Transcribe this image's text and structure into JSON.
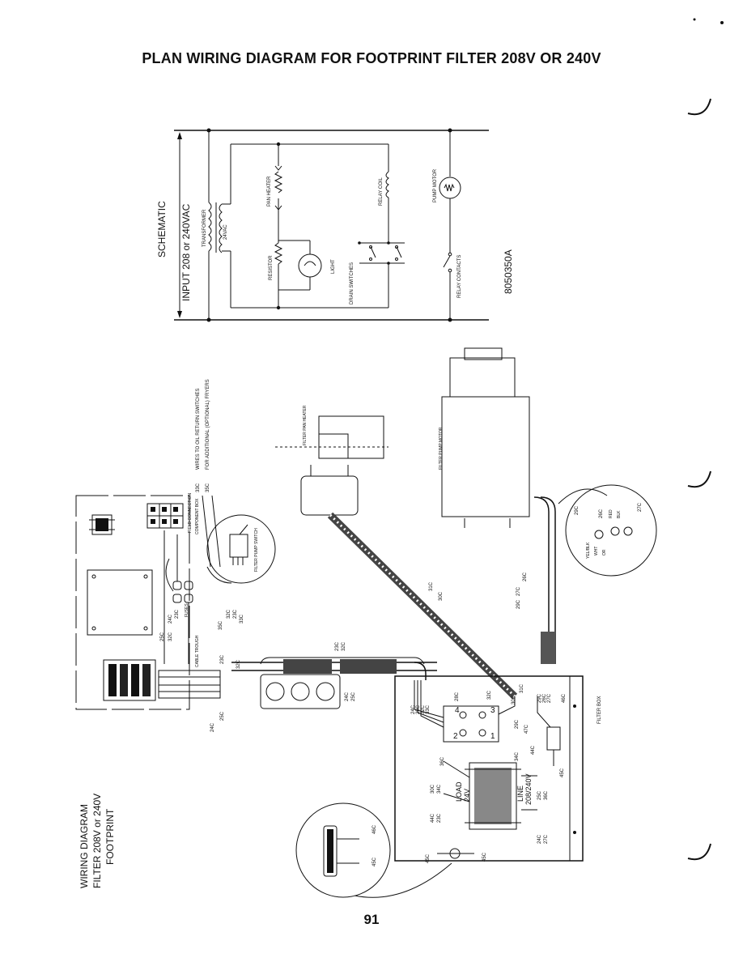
{
  "page_title": "PLAN WIRING DIAGRAM FOR FOOTPRINT FILTER 208V OR 240V",
  "page_number": "91",
  "schematic": {
    "heading": "SCHEMATIC",
    "input": "INPUT 208 or 240VAC",
    "transformer": "TRANSFORMER",
    "secondary": "24VAC",
    "pan_heater": "PAN HEATER",
    "relay_coil": "RELAY COIL",
    "pump_motor": "PUMP MOTOR",
    "resistor": "RESISTOR",
    "light": "LIGHT",
    "drain_switches": "DRAIN SWITCHES",
    "relay_contacts": "RELAY CONTACTS",
    "part_number": "8050350A"
  },
  "wiring": {
    "heading_line1": "WIRING DIAGRAM",
    "heading_line2": "FILTER 208V or 240V",
    "heading_line3": "FOOTPRINT",
    "field_connection": "FIELD CONNECTION",
    "component_box": "COMPONENT BOX",
    "fuses": "FUSES",
    "cable_trough": "CABLE TROUGH",
    "filter_pump_switch": "FILTER PUMP SWITCH",
    "oil_return_note_1": "WIRES TO OIL RETURN SWITCHES",
    "oil_return_note_2": "FOR ADDITIONAL (OPTIONAL) FRYERS",
    "filter_pan_heater": "FILTER PAN HEATER",
    "filter_pump_motor": "FILTER PUMP MOTOR",
    "filter_box": "FILTER BOX",
    "load": "LOAD",
    "load_v": "24V",
    "line": "LINE",
    "line_v": "208/240V",
    "wires": {
      "w23": "23C",
      "w24": "24C",
      "w25": "25C",
      "w26": "26C",
      "w27": "27C",
      "w28": "28C",
      "w29": "29C",
      "w30": "30C",
      "w31": "31C",
      "w32": "32C",
      "w33": "33C",
      "w34": "34C",
      "w35": "35C",
      "w36": "36C",
      "w44": "44C",
      "w45": "45C",
      "w46": "46C",
      "w47": "47C"
    },
    "terminals": [
      "1",
      "2",
      "3",
      "4"
    ],
    "motor_wire_colors": [
      "RED",
      "BLK",
      "WHT",
      "YEL/BLK",
      "OR"
    ]
  }
}
